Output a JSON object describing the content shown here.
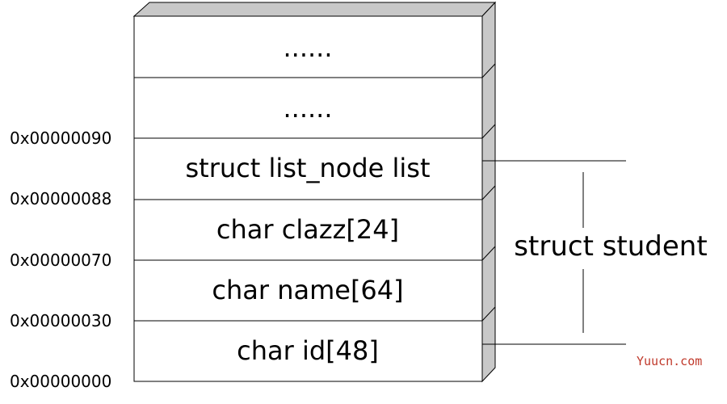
{
  "stack": {
    "rows": [
      {
        "label": "......"
      },
      {
        "label": "......"
      },
      {
        "label": "struct list_node list"
      },
      {
        "label": "char clazz[24]"
      },
      {
        "label": "char name[64]"
      },
      {
        "label": "char id[48]"
      }
    ]
  },
  "addresses": [
    "0x00000090",
    "0x00000088",
    "0x00000070",
    "0x00000030",
    "0x00000000"
  ],
  "group": {
    "label": "struct student"
  },
  "watermark": {
    "text": "Yuucn.com",
    "color": "#c0392b"
  },
  "colors": {
    "cell_fill": "#ffffff",
    "side_fill": "#c8c8c8",
    "top_fill": "#c8c8c8",
    "stroke": "#000000"
  }
}
